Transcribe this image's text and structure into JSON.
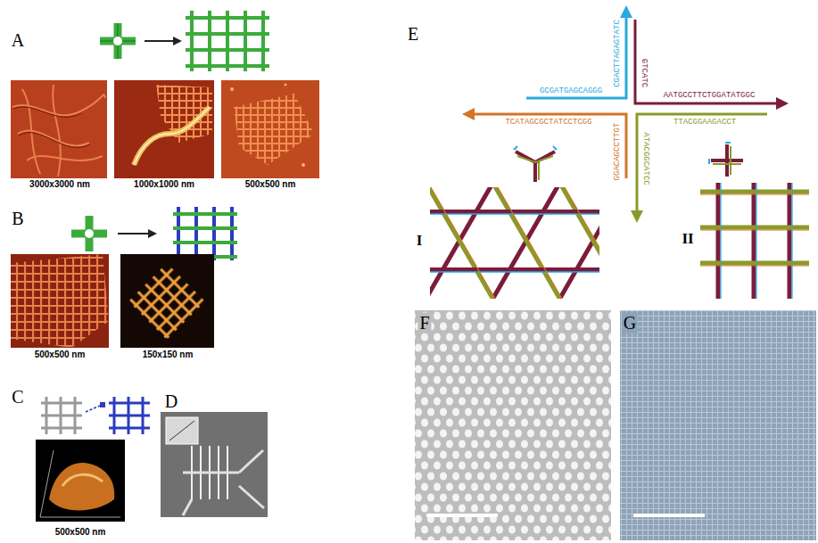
{
  "diagram": {
    "labels": [
      "A",
      "3000x3000 nm",
      "1000x1000 nm",
      "500x500 nm",
      "B",
      "500x500 nm",
      "150x150 nm",
      "C",
      "500x500 nm",
      "D",
      "E",
      "GCGATGAGCAGGG",
      "CGACTTAGAGTATC",
      "GTCATC",
      "AATGCCTTCTGGATATGGC",
      "TCATAGCGCTATCCTCGG",
      "GGACAGCCTTGT",
      "ATACGGCATCC",
      "TTACGGAAGACCT",
      "I",
      "II",
      "F",
      "G"
    ]
  }
}
